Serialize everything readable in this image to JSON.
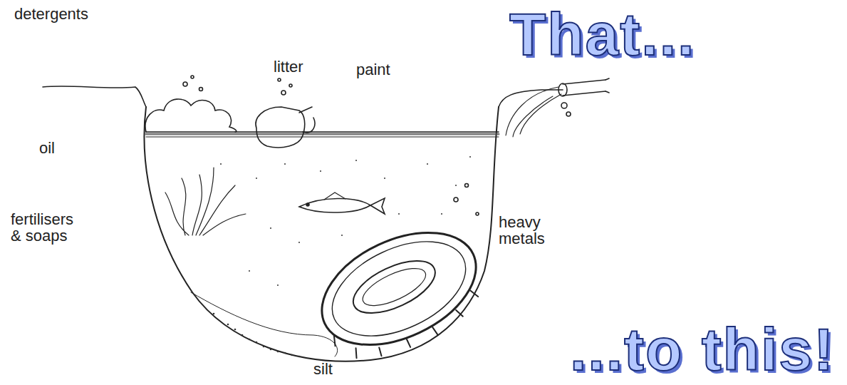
{
  "diagram": {
    "labels": [
      "detergents",
      "litter",
      "paint",
      "oil",
      "fertilisers & soaps",
      "heavy metals",
      "silt",
      "That...",
      "...to this!"
    ]
  }
}
